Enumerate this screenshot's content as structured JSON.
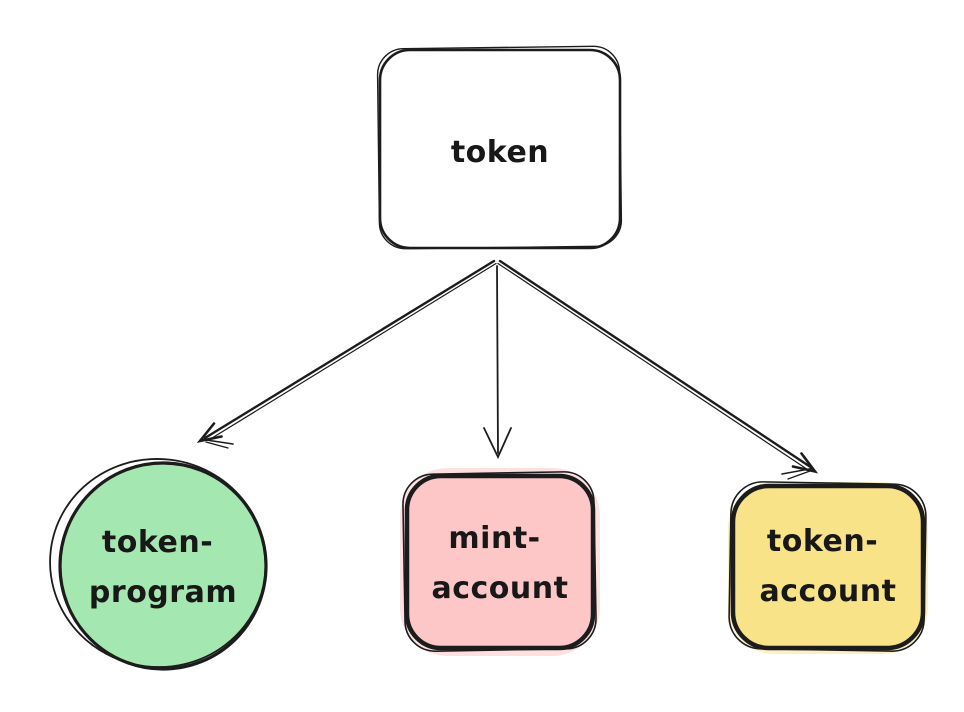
{
  "diagram": {
    "background": "#ffffff",
    "stroke_color": "#1c1c1c",
    "nodes": {
      "token": {
        "label": "token",
        "shape": "rounded-rect",
        "fill": "#ffffff"
      },
      "token_program": {
        "line1": "token-",
        "line2": "program",
        "shape": "circle",
        "fill": "#a5e7b0"
      },
      "mint_account": {
        "line1": "mint-",
        "line2": "account",
        "shape": "rounded-rect",
        "fill": "#fdc7c8"
      },
      "token_account": {
        "line1": "token-",
        "line2": "account",
        "shape": "rounded-rect",
        "fill": "#f9e388"
      }
    },
    "edges": [
      {
        "from": "token",
        "to": "token-program"
      },
      {
        "from": "token",
        "to": "mint-account"
      },
      {
        "from": "token",
        "to": "token-account"
      }
    ]
  }
}
